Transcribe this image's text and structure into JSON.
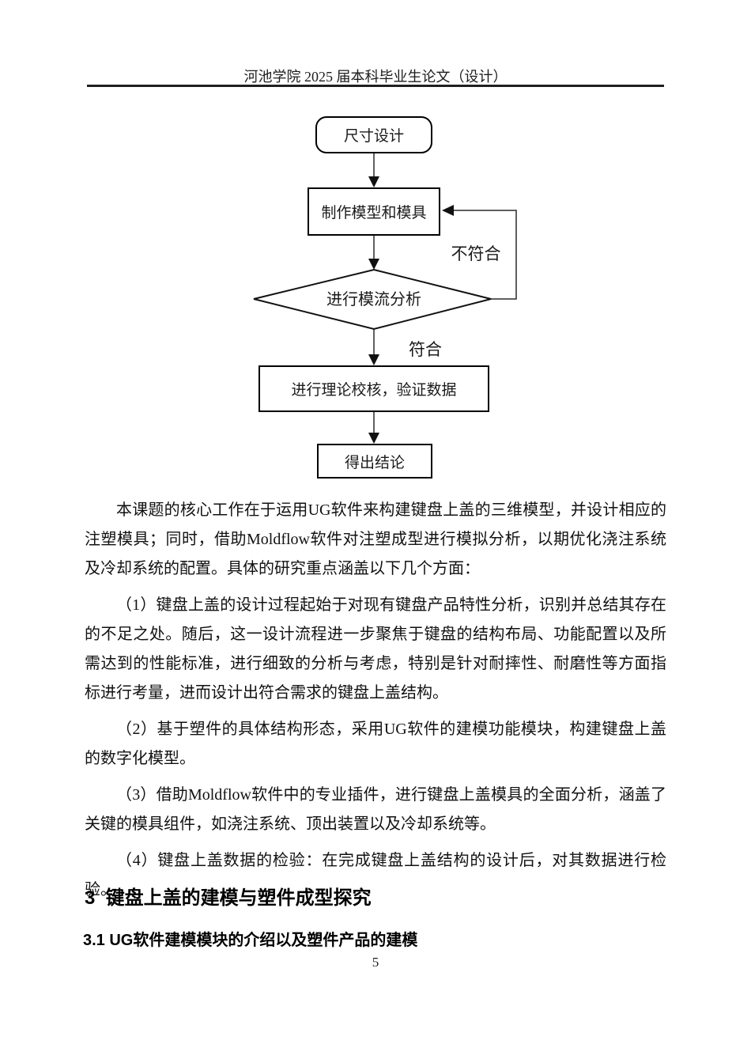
{
  "header": {
    "title": "河池学院 2025 届本科毕业生论文（设计）"
  },
  "flowchart": {
    "nodes": [
      {
        "id": "size-design",
        "label": "尺寸设计",
        "shape": "rounded-rect"
      },
      {
        "id": "make-model-mold",
        "label": "制作模型和模具",
        "shape": "rect"
      },
      {
        "id": "moldflow-analysis",
        "label": "进行模流分析",
        "shape": "diamond"
      },
      {
        "id": "theory-check",
        "label": "进行理论校核，验证数据",
        "shape": "rect"
      },
      {
        "id": "conclusion",
        "label": "得出结论",
        "shape": "rect"
      }
    ],
    "edges": [
      {
        "from": "尺寸设计",
        "to": "制作模型和模具",
        "label": ""
      },
      {
        "from": "制作模型和模具",
        "to": "进行模流分析",
        "label": ""
      },
      {
        "from": "进行模流分析",
        "to": "制作模型和模具",
        "label": "不符合"
      },
      {
        "from": "进行模流分析",
        "to": "进行理论校核，验证数据",
        "label": "符合"
      },
      {
        "from": "进行理论校核，验证数据",
        "to": "得出结论",
        "label": ""
      }
    ]
  },
  "paragraphs": [
    "本课题的核心工作在于运用UG软件来构建键盘上盖的三维模型，并设计相应的注塑模具；同时，借助Moldflow软件对注塑成型进行模拟分析，以期优化浇注系统及冷却系统的配置。具体的研究重点涵盖以下几个方面：",
    "（1）键盘上盖的设计过程起始于对现有键盘产品特性分析，识别并总结其存在的不足之处。随后，这一设计流程进一步聚焦于键盘的结构布局、功能配置以及所需达到的性能标准，进行细致的分析与考虑，特别是针对耐摔性、耐磨性等方面指标进行考量，进而设计出符合需求的键盘上盖结构。",
    "（2）基于塑件的具体结构形态，采用UG软件的建模功能模块，构建键盘上盖的数字化模型。",
    "（3）借助Moldflow软件中的专业插件，进行键盘上盖模具的全面分析，涵盖了关键的模具组件，如浇注系统、顶出装置以及冷却系统等。",
    "（4）键盘上盖数据的检验：在完成键盘上盖结构的设计后，对其数据进行检验。"
  ],
  "sections": {
    "h1": "3  键盘上盖的建模与塑件成型探究",
    "h2": "3.1 UG软件建模模块的介绍以及塑件产品的建模"
  },
  "footer": {
    "page_number": "5"
  }
}
